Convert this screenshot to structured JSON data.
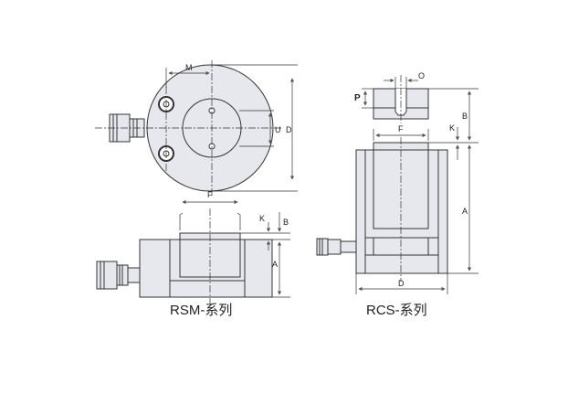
{
  "captions": {
    "rsm": "RSM-系列",
    "rcs": "RCS-系列"
  },
  "labels": {
    "rsm_top": {
      "m": "M",
      "u": "U",
      "d": "D"
    },
    "rsm_side": {
      "f": "F",
      "k": "K",
      "b": "B",
      "a": "A"
    },
    "rcs_top": {
      "p": "P",
      "o": "O"
    },
    "rcs_main": {
      "f": "F",
      "k": "K",
      "b": "B",
      "a": "A",
      "d": "D"
    }
  },
  "colors": {
    "line": "#333333",
    "body_fill": "#e7e8ed",
    "dim_line": "#555555"
  }
}
